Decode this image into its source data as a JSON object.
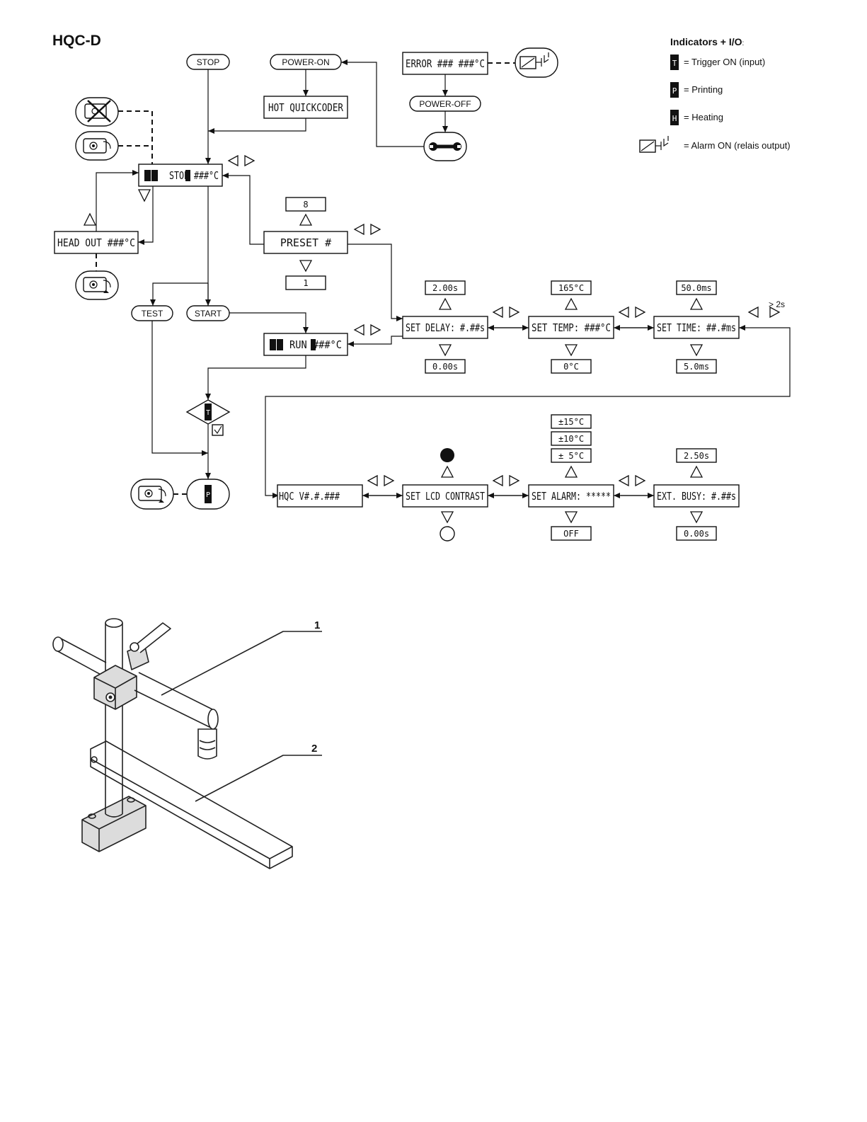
{
  "title": "HQC-D",
  "legend": {
    "heading": "Indicators + I/O",
    "heading_suffix": ":",
    "items": [
      {
        "glyph": "T",
        "text": "= Trigger ON (input)"
      },
      {
        "glyph": "P",
        "text": "= Printing"
      },
      {
        "glyph": "H",
        "text": "= Heating"
      },
      {
        "glyph": "relay-icon",
        "text": "= Alarm ON (relais output)"
      }
    ]
  },
  "pills": {
    "stop": "STOP",
    "power_on": "POWER-ON",
    "power_off": "POWER-OFF",
    "test": "TEST",
    "start": "START"
  },
  "lcd": {
    "error": "ERROR ###  ###°C",
    "hot_quickcoder": "HOT QUICKCODER",
    "stop": "STOP  ###°C",
    "head_out": "HEAD OUT   ###°C",
    "preset": "PRESET #",
    "run": "RUN   ###°C",
    "set_delay": "SET DELAY: #.##s",
    "set_temp": "SET TEMP:  ###°C",
    "set_time": "SET TIME: ##.#ms",
    "version": "HQC V#.#.###",
    "set_lcd_contrast": "SET LCD CONTRAST",
    "set_alarm": "SET ALARM: *****",
    "ext_busy": "EXT. BUSY: #.##s"
  },
  "values": {
    "preset_max": "8",
    "preset_min": "1",
    "delay_max": "2.00s",
    "delay_min": "0.00s",
    "temp_max": "165°C",
    "temp_min": "0°C",
    "time_max": "50.0ms",
    "time_min": "5.0ms",
    "alarm_opts": [
      "±15°C",
      "±10°C",
      "± 5°C"
    ],
    "alarm_min": "OFF",
    "busy_max": "2.50s",
    "busy_min": "0.00s"
  },
  "hold_note": "> 2s",
  "figure_labels": {
    "one": "1",
    "two": "2"
  },
  "colors": {
    "line": "#111111",
    "panel": "#ffffff"
  }
}
